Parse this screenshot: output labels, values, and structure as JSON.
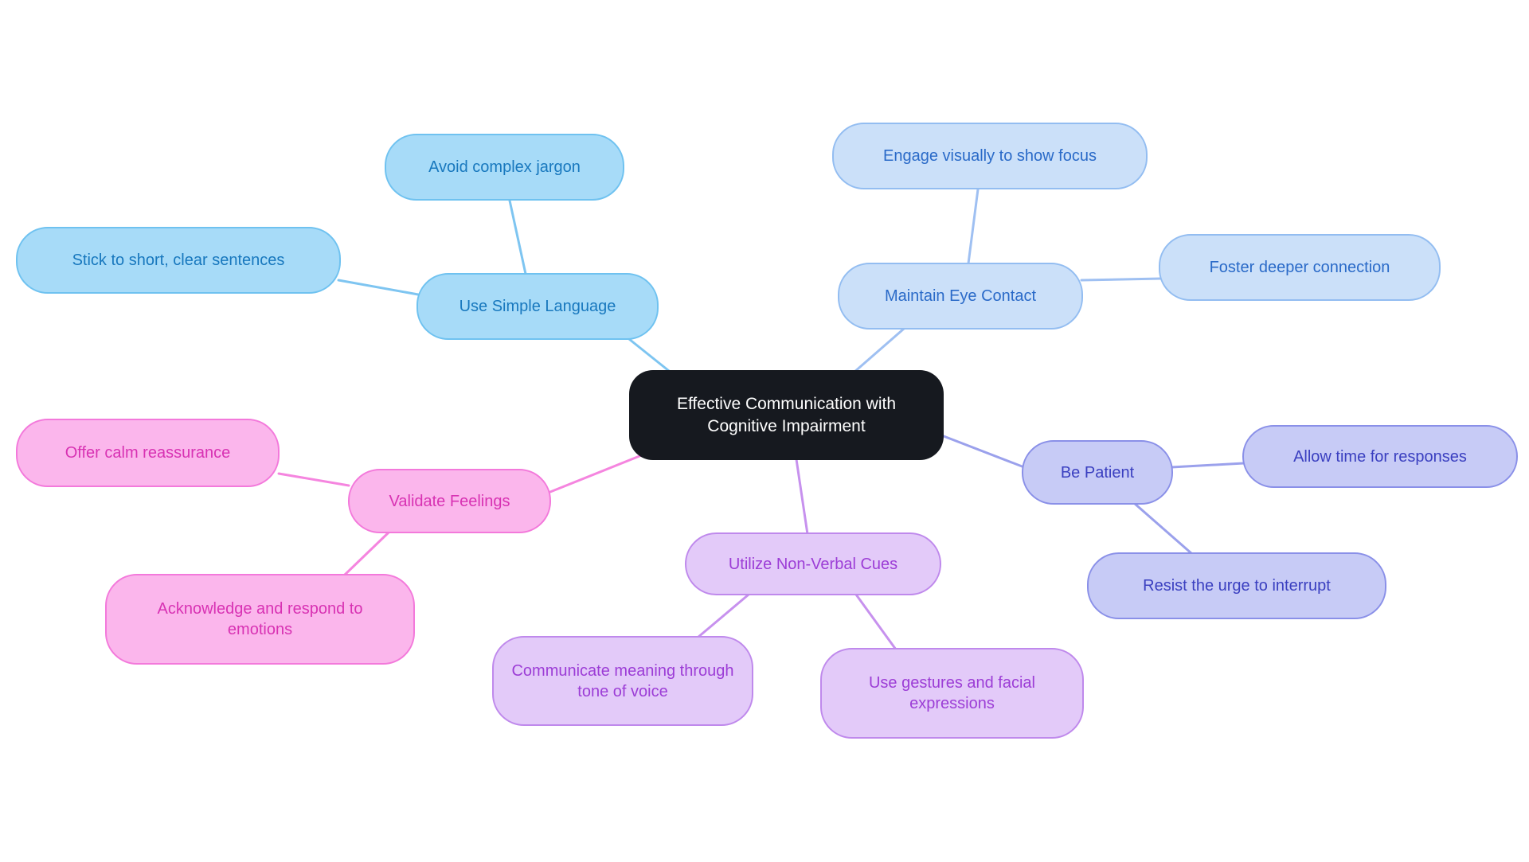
{
  "canvas": {
    "background": "#FFFFFF"
  },
  "mindmap": {
    "root": {
      "label": "Effective Communication with Cognitive Impairment",
      "bg": "#16191F",
      "text_color": "#FFFFFF"
    },
    "branches": [
      {
        "id": "use-simple-language",
        "label": "Use Simple Language",
        "fill": "#A7DBF8",
        "border": "#6FC2F0",
        "text_color": "#1878BE",
        "edge": "#7EC5F1",
        "children": [
          {
            "label": "Avoid complex jargon"
          },
          {
            "label": "Stick to short, clear sentences"
          }
        ]
      },
      {
        "id": "maintain-eye-contact",
        "label": "Maintain Eye Contact",
        "fill": "#CBE0F9",
        "border": "#93BDF1",
        "text_color": "#2A6AC8",
        "edge": "#9FC0F2",
        "children": [
          {
            "label": "Engage visually to show focus"
          },
          {
            "label": "Foster deeper connection"
          }
        ]
      },
      {
        "id": "be-patient",
        "label": "Be Patient",
        "fill": "#C7CBF6",
        "border": "#8A90E8",
        "text_color": "#3A3FC0",
        "edge": "#9BA1EC",
        "children": [
          {
            "label": "Allow time for responses"
          },
          {
            "label": "Resist the urge to interrupt"
          }
        ]
      },
      {
        "id": "utilize-non-verbal-cues",
        "label": "Utilize Non-Verbal Cues",
        "fill": "#E3CAF9",
        "border": "#BF89EC",
        "text_color": "#9C3DD6",
        "edge": "#C791EE",
        "children": [
          {
            "label": "Communicate meaning through tone of voice"
          },
          {
            "label": "Use gestures and facial expressions"
          }
        ]
      },
      {
        "id": "validate-feelings",
        "label": "Validate Feelings",
        "fill": "#FBB6EC",
        "border": "#F379DB",
        "text_color": "#D832B3",
        "edge": "#F585DF",
        "children": [
          {
            "label": "Offer calm reassurance"
          },
          {
            "label": "Acknowledge and respond to emotions"
          }
        ]
      }
    ]
  }
}
